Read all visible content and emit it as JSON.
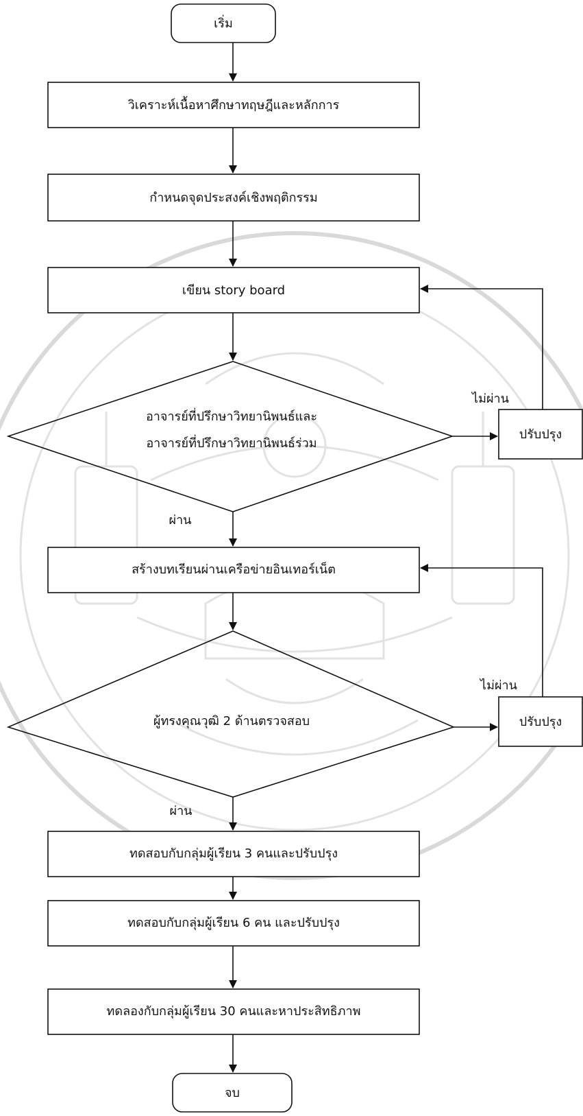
{
  "flowchart": {
    "start": "เริ่ม",
    "steps": {
      "analyze": "วิเคราะห์เนื้อหาศึกษาทฤษฎีและหลักการ",
      "objectives": "กำหนดจุดประสงค์เชิงพฤติกรรม",
      "storyboard": "เขียน story board",
      "build_lesson": "สร้างบทเรียนผ่านเครือข่ายอินเทอร์เน็ต",
      "test_3": "ทดสอบกับกลุ่มผู้เรียน 3 คนและปรับปรุง",
      "test_6": "ทดสอบกับกลุ่มผู้เรียน 6 คน และปรับปรุง",
      "trial_30": "ทดลองกับกลุ่มผู้เรียน 30 คนและหาประสิทธิภาพ"
    },
    "decision_1": {
      "line1": "อาจารย์ที่ปรึกษาวิทยานิพนธ์และ",
      "line2": "อาจารย์ที่ปรึกษาวิทยานิพนธ์ร่วม",
      "fail_label": "ไม่ผ่าน",
      "pass_label": "ผ่าน",
      "revise": "ปรับปรุง"
    },
    "decision_2": {
      "text": "ผู้ทรงคุณวุฒิ 2 ด้านตรวจสอบ",
      "fail_label": "ไม่ผ่าน",
      "pass_label": "ผ่าน",
      "revise": "ปรับปรุง"
    },
    "end": "จบ"
  }
}
